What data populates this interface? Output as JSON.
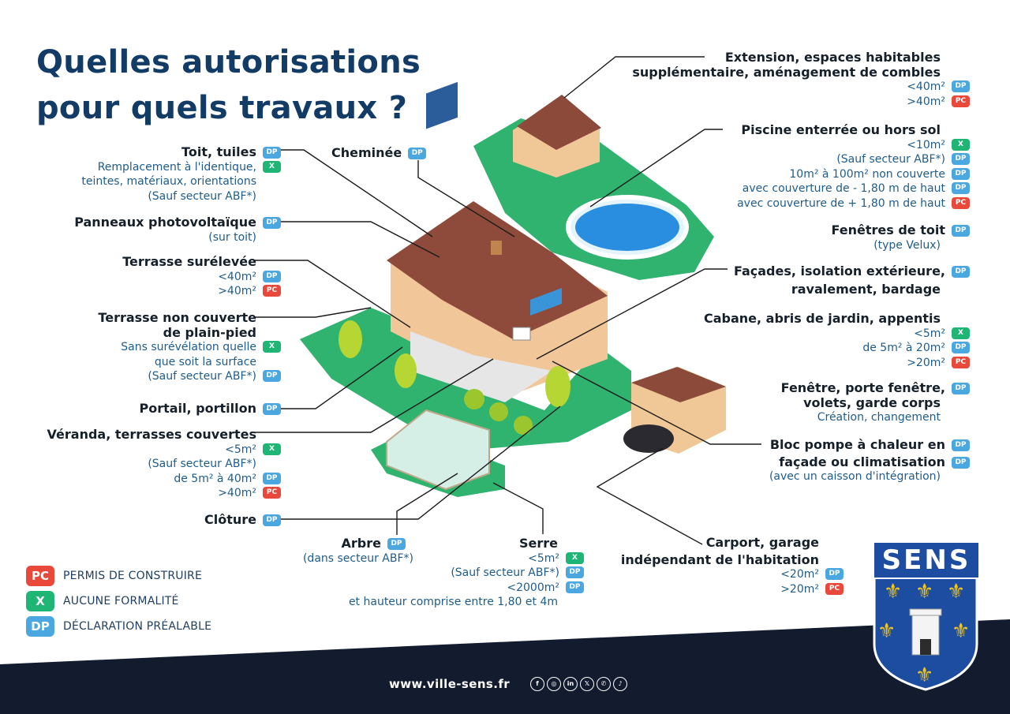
{
  "title": {
    "line1": "Quelles autorisations",
    "line2": "pour quels travaux ?"
  },
  "colors": {
    "dp": "#4aa7df",
    "pc": "#e8493a",
    "x": "#1fb574",
    "title": "#123b66",
    "footer": "#131b2e"
  },
  "badges": {
    "dp": "DP",
    "pc": "PC",
    "x": "X"
  },
  "left": {
    "toit": {
      "title": "Toit, tuiles",
      "l1": "Remplacement à l'identique,",
      "l2": "teintes, matériaux, orientations",
      "l3": "(Sauf secteur ABF*)"
    },
    "pv": {
      "title": "Panneaux photovoltaïque",
      "sub": "(sur toit)"
    },
    "terrasse_sur": {
      "title": "Terrasse surélevée",
      "a": "<40m²",
      "b": ">40m²"
    },
    "terrasse_non": {
      "title1": "Terrasse non couverte",
      "title2": "de plain-pied",
      "l1": "Sans surévélation quelle",
      "l2": "que soit la surface",
      "l3": "(Sauf secteur ABF*)"
    },
    "portail": {
      "title": "Portail, portillon"
    },
    "veranda": {
      "title": "Véranda, terrasses couvertes",
      "a": "<5m²",
      "b": "(Sauf secteur ABF*)",
      "c": "de 5m² à 40m²",
      "d": ">40m²"
    },
    "cloture": {
      "title": "Clôture"
    }
  },
  "center": {
    "cheminee": {
      "title": "Cheminée"
    },
    "arbre": {
      "title": "Arbre",
      "sub": "(dans secteur ABF*)"
    },
    "serre": {
      "title": "Serre",
      "a": "<5m²",
      "b": "(Sauf secteur ABF*)",
      "c": "<2000m²",
      "d": "et hauteur comprise entre 1,80 et 4m"
    }
  },
  "right": {
    "extension": {
      "title1": "Extension, espaces habitables",
      "title2": "supplémentaire, aménagement de combles",
      "a": "<40m²",
      "b": ">40m²"
    },
    "piscine": {
      "title": "Piscine enterrée ou  hors sol",
      "a": "<10m²",
      "b": "(Sauf secteur ABF*)",
      "c": "10m² à 100m² non couverte",
      "d": "avec couverture de - 1,80 m de haut",
      "e": "avec couverture de + 1,80 m de haut"
    },
    "fenetres_toit": {
      "title": "Fenêtres de toit",
      "sub": "(type Velux)"
    },
    "facades": {
      "title1": "Façades, isolation extérieure,",
      "title2": "ravalement, bardage"
    },
    "cabane": {
      "title": "Cabane, abris de jardin, appentis",
      "a": "<5m²",
      "b": "de 5m² à 20m²",
      "c": ">20m²"
    },
    "fenetre": {
      "title1": "Fenêtre, porte fenêtre,",
      "title2": "volets, garde corps",
      "sub": "Création, changement"
    },
    "pompe": {
      "title1": "Bloc pompe à chaleur en",
      "title2": "façade ou climatisation",
      "sub": "(avec un caisson d'intégration)"
    },
    "carport": {
      "title1": "Carport, garage",
      "title2": "indépendant de l'habitation",
      "a": "<20m²",
      "b": ">20m²"
    }
  },
  "legend": {
    "pc": {
      "badge": "PC",
      "text": "PERMIS DE CONSTRUIRE"
    },
    "x": {
      "badge": "X",
      "text": "AUCUNE FORMALITÉ"
    },
    "dp": {
      "badge": "DP",
      "text": "DÉCLARATION PRÉALABLE"
    }
  },
  "footer": {
    "site": "www.ville-sens.fr",
    "socials": [
      "f",
      "◎",
      "in",
      "𝕏",
      "✆",
      "♪"
    ]
  },
  "crest": {
    "name": "SENS"
  }
}
